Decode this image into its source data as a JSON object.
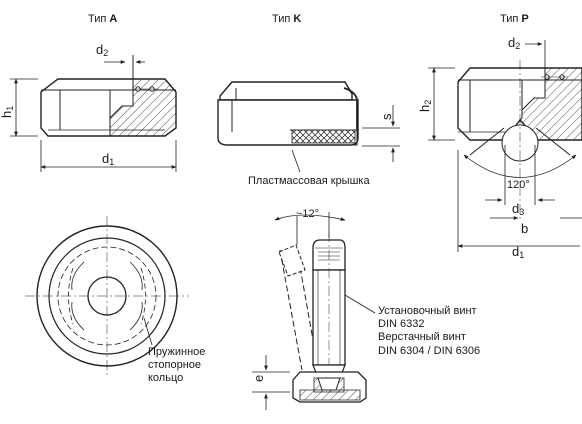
{
  "types": [
    {
      "prefix": "Тип",
      "letter": "A"
    },
    {
      "prefix": "Тип",
      "letter": "K"
    },
    {
      "prefix": "Тип",
      "letter": "P"
    }
  ],
  "dims": {
    "d1": {
      "base": "d",
      "sub": "1"
    },
    "d2": {
      "base": "d",
      "sub": "2"
    },
    "d3": {
      "base": "d",
      "sub": "3"
    },
    "h1": {
      "base": "h",
      "sub": "1"
    },
    "h2": {
      "base": "h",
      "sub": "2"
    },
    "s": "s",
    "b": "b",
    "e": "e",
    "angle120": "120°",
    "angle12": "~12°"
  },
  "labels": {
    "plastic_cap": "Пластмассовая крышка",
    "spring_ring": [
      "Пружинное",
      "стопорное",
      "кольцо"
    ],
    "screws": [
      "Установочный винт",
      "DIN 6332",
      "Верстачный винт",
      "DIN 6304 / DIN 6306"
    ]
  }
}
